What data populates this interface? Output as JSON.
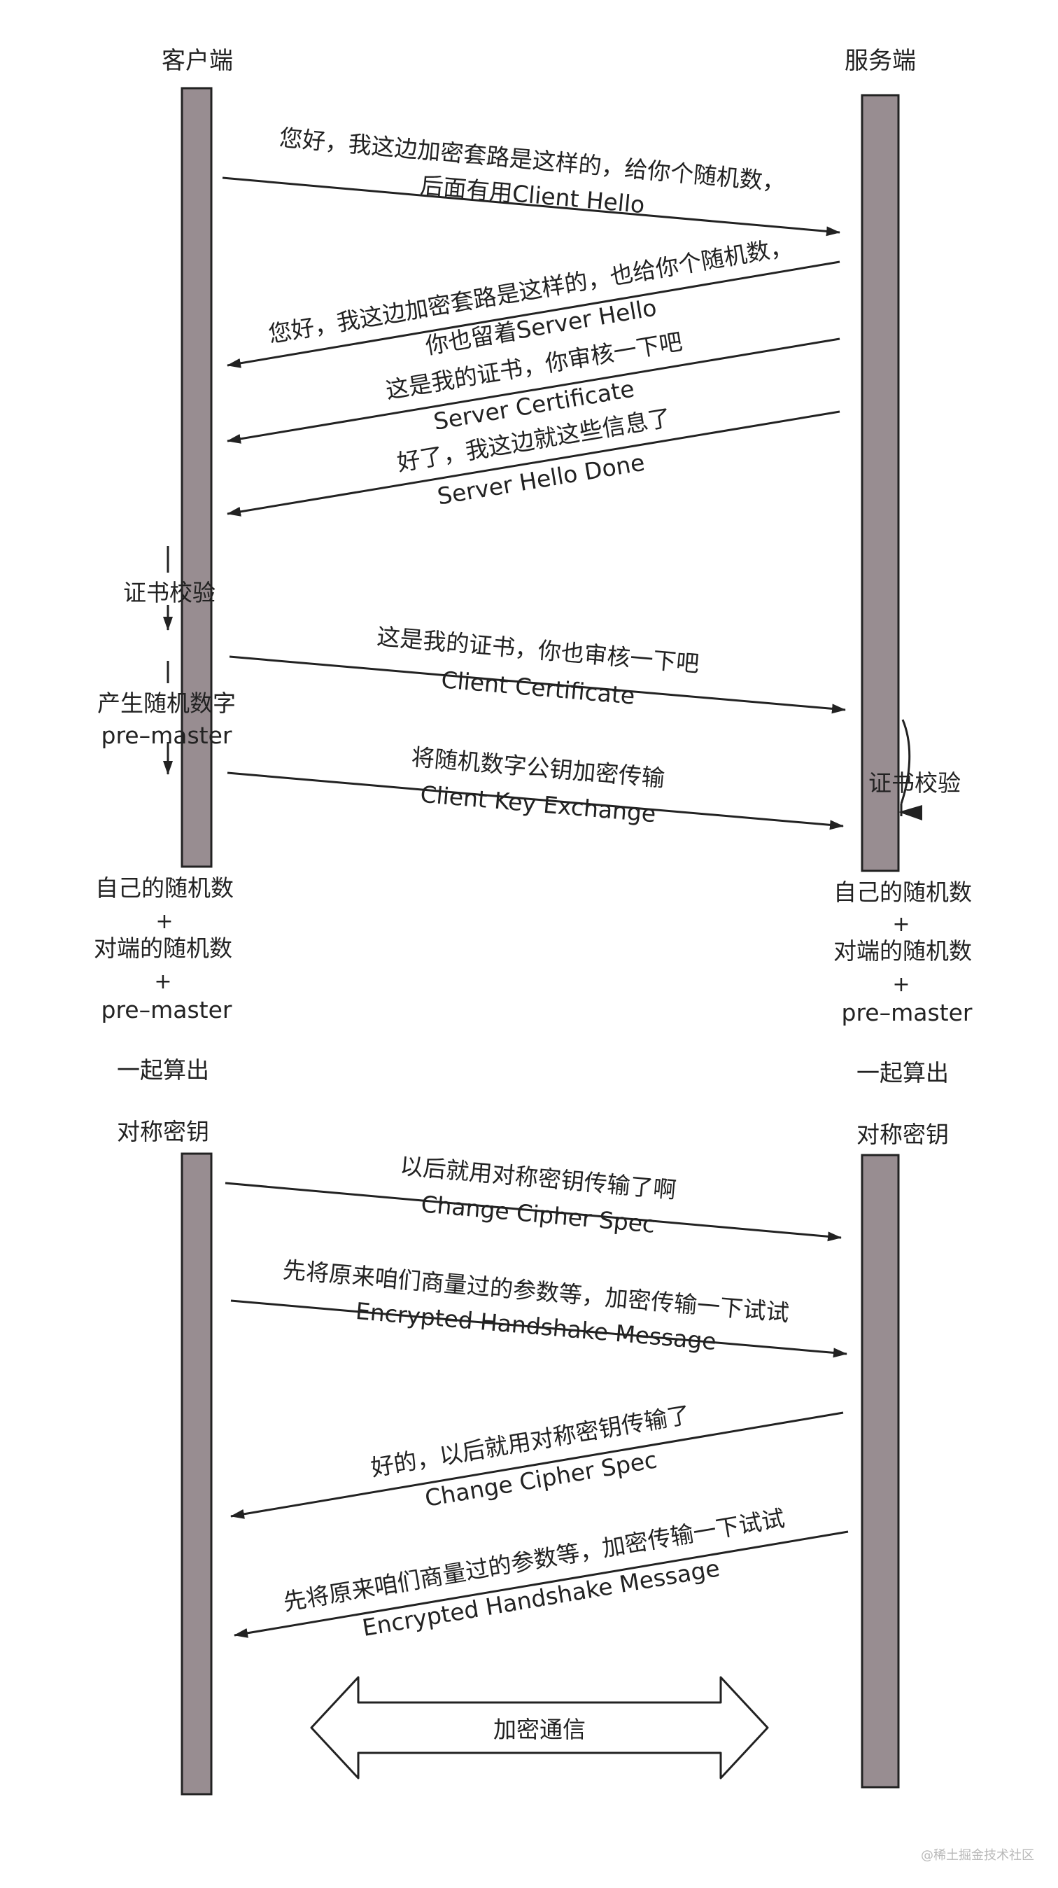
{
  "headers": {
    "client": "客户端",
    "server": "服务端"
  },
  "messages": [
    {
      "zh": "您好，我这边加密套路是这样的，给你个随机数，",
      "en": "后面有用Client Hello"
    },
    {
      "zh": "您好，我这边加密套路是这样的，也给你个随机数，",
      "en": "你也留着Server Hello"
    },
    {
      "zh": "这是我的证书，你审核一下吧",
      "en": "Server Certificate"
    },
    {
      "zh": "好了，我这边就这些信息了",
      "en": "Server Hello Done"
    },
    {
      "zh": "这是我的证书，你也审核一下吧",
      "en": "Client Certificate"
    },
    {
      "zh": "将随机数字公钥加密传输",
      "en": "Client Key Exchange"
    },
    {
      "zh": "以后就用对称密钥传输了啊",
      "en": "Change Cipher Spec"
    },
    {
      "zh": "先将原来咱们商量过的参数等，加密传输一下试试",
      "en": "Encrypted Handshake Message"
    },
    {
      "zh": "好的，以后就用对称密钥传输了",
      "en": "Change Cipher Spec"
    },
    {
      "zh": "先将原来咱们商量过的参数等，加密传输一下试试",
      "en": "Encrypted Handshake Message"
    }
  ],
  "client_steps": {
    "verify": "证书校验",
    "generate_line1": "产生随机数字",
    "generate_line2": "pre–master"
  },
  "server_steps": {
    "verify": "证书校验"
  },
  "compute": {
    "own": "自己的随机数",
    "plus": "+",
    "peer": "对端的随机数",
    "premaster": "pre–master",
    "together": "一起算出",
    "key": "对称密钥"
  },
  "secure_channel": "加密通信",
  "watermark": "@稀土掘金技术社区",
  "colors": {
    "lifeline": "#988d91",
    "stroke": "#222222"
  }
}
